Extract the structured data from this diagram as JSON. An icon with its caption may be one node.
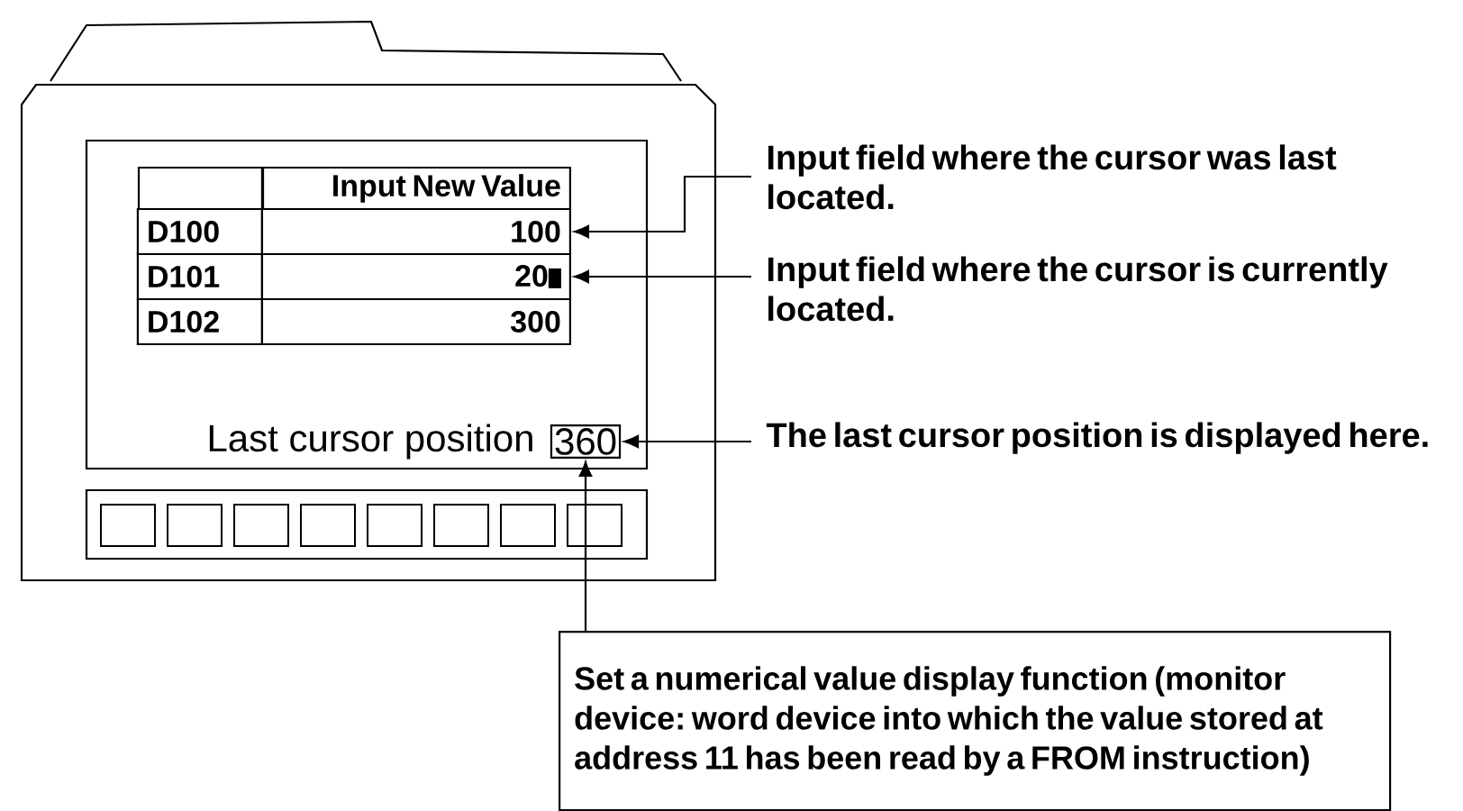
{
  "diagram": {
    "nodes": [
      {
        "text": [
          "100"
        ]
      },
      {
        "text": [
          "20"
        ]
      },
      {
        "text": [
          "360"
        ]
      },
      {
        "text": [
          "Input field where the cursor was last located."
        ]
      },
      {
        "text": [
          "Input field where the cursor is currently located."
        ]
      },
      {
        "text": [
          "The last cursor position is displayed here."
        ]
      },
      {
        "text": [
          "Set a numerical value display function (monitor device: word device into which the value stored at address 11 has been read by a FROM instruction)"
        ]
      }
    ],
    "edges": [
      {
        "from": 3,
        "to": 0,
        "arrow": "to"
      },
      {
        "from": 4,
        "to": 1,
        "arrow": "to"
      },
      {
        "from": 5,
        "to": 2,
        "arrow": "to"
      },
      {
        "from": 6,
        "to": 2,
        "arrow": "to"
      }
    ],
    "labels": [
      "Input New Value",
      "D100",
      "D101",
      "D102",
      "300",
      "Last cursor position"
    ]
  }
}
